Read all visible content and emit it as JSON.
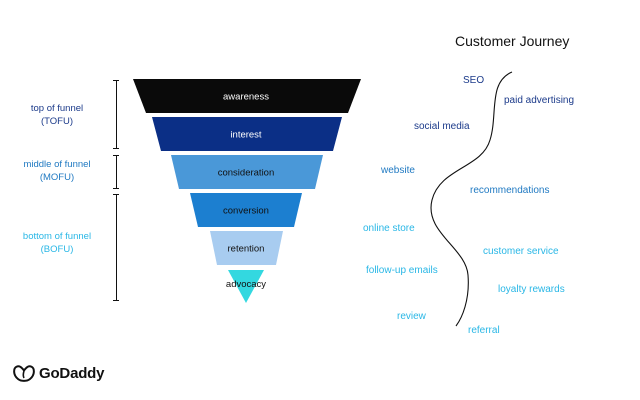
{
  "title": "Customer Journey",
  "stage_groups": [
    {
      "lines": [
        "top of funnel",
        "(TOFU)"
      ],
      "color": "#1b3a8a"
    },
    {
      "lines": [
        "middle of funnel",
        "(MOFU)"
      ],
      "color": "#1f79c2"
    },
    {
      "lines": [
        "bottom of funnel",
        "(BOFU)"
      ],
      "color": "#29b7e6"
    }
  ],
  "funnel_levels": [
    {
      "label": "awareness",
      "fill": "#0a0a0a",
      "text_color": "#ffffff"
    },
    {
      "label": "interest",
      "fill": "#0b2f86",
      "text_color": "#ffffff"
    },
    {
      "label": "consideration",
      "fill": "#4a98d8",
      "text_color": "#111111"
    },
    {
      "label": "conversion",
      "fill": "#1c7fd0",
      "text_color": "#111111"
    },
    {
      "label": "retention",
      "fill": "#a8ccf0",
      "text_color": "#111111"
    },
    {
      "label": "advocacy",
      "fill": "#33d8e0",
      "text_color": "#111111"
    }
  ],
  "journey_touchpoints": [
    {
      "label": "SEO",
      "color": "#1b3a8a"
    },
    {
      "label": "paid advertising",
      "color": "#1b3a8a"
    },
    {
      "label": "social media",
      "color": "#1b3a8a"
    },
    {
      "label": "website",
      "color": "#1f79c2"
    },
    {
      "label": "recommendations",
      "color": "#1f79c2"
    },
    {
      "label": "online store",
      "color": "#29b7e6"
    },
    {
      "label": "customer service",
      "color": "#29b7e6"
    },
    {
      "label": "follow-up emails",
      "color": "#29b7e6"
    },
    {
      "label": "loyalty rewards",
      "color": "#29b7e6"
    },
    {
      "label": "review",
      "color": "#29b7e6"
    },
    {
      "label": "referral",
      "color": "#29b7e6"
    }
  ],
  "logo": {
    "text": "GoDaddy",
    "icon": "godaddy-logo-icon"
  }
}
